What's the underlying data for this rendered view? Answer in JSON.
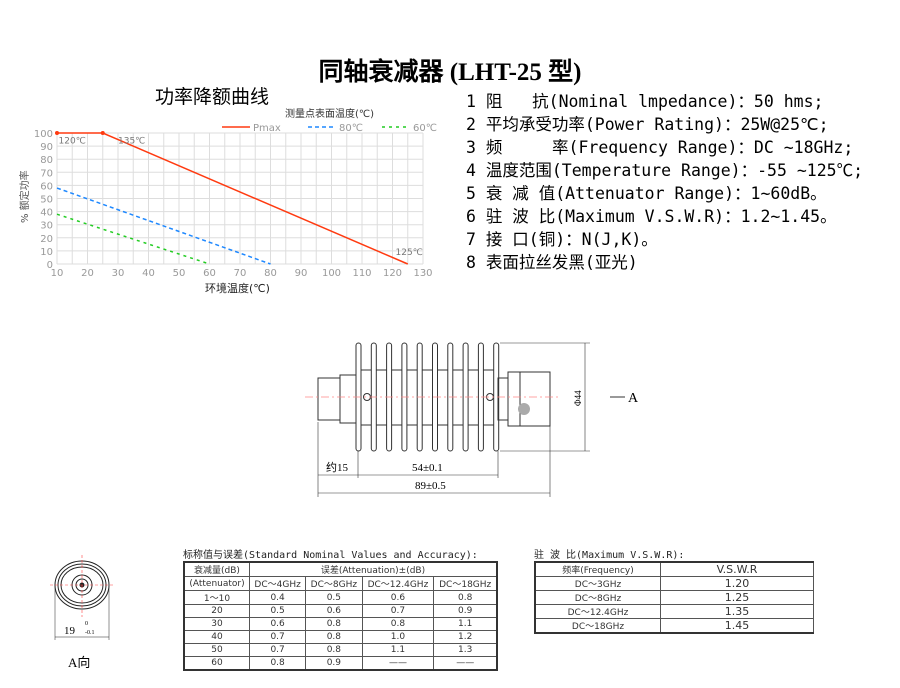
{
  "title": "同轴衰减器 (LHT-25 型)",
  "specs": [
    "1 阻   抗(Nominal lmpedance)：50 hms;",
    "2 平均承受功率(Power Rating)：25W@25℃;",
    "3 频     率(Frequency Range)：DC ~18GHz;",
    "4 温度范围(Temperature Range)：-55 ~125℃;",
    "5 衰 减 值(Attenuator Range)：1~60dB。",
    "6 驻 波 比(Maximum V.S.W.R)：1.2~1.45。",
    "7 接 口(铜)：N(J,K)。",
    "8 表面拉丝发黑(亚光)"
  ],
  "chart_data": {
    "type": "line",
    "title": "功率降额曲线",
    "legend_title": "测量点表面温度(℃)",
    "legend_placement": "top-right",
    "xlabel": "环境温度(℃)",
    "ylabel": "% 额定功率",
    "xlim": [
      10,
      130
    ],
    "ylim": [
      0,
      100
    ],
    "xticks": [
      10,
      20,
      30,
      40,
      50,
      60,
      70,
      80,
      90,
      100,
      110,
      120,
      130
    ],
    "yticks": [
      0,
      10,
      20,
      30,
      40,
      50,
      60,
      70,
      80,
      90,
      100
    ],
    "grid": true,
    "series": [
      {
        "name": "Pmax",
        "color": "#ff3a10",
        "dash": "",
        "points": [
          [
            10,
            100
          ],
          [
            25,
            100
          ],
          [
            125,
            0
          ]
        ]
      },
      {
        "name": "80℃",
        "color": "#1e88ff",
        "dash": "4,3",
        "points": [
          [
            10,
            58
          ],
          [
            80,
            0
          ]
        ]
      },
      {
        "name": "60℃",
        "color": "#22cc22",
        "dash": "3,4",
        "points": [
          [
            10,
            38
          ],
          [
            60,
            0
          ]
        ]
      }
    ],
    "annotations": [
      {
        "text": "120℃",
        "x": 10.5,
        "y": 95
      },
      {
        "text": "135℃",
        "x": 30,
        "y": 95
      },
      {
        "text": "125℃",
        "x": 121,
        "y": 10
      }
    ]
  },
  "drawing": {
    "dim_15": "约15",
    "dim_54": "54±0.1",
    "dim_89": "89±0.5",
    "dim_dia": "Φ44",
    "arrow_label": "A",
    "view_dim": "19",
    "view_tol_upper": "0",
    "view_tol_lower": "-0.1",
    "view_label": "A向"
  },
  "accuracy_table": {
    "caption": "标称值与误差(Standard Nominal Values and Accuracy):",
    "h1": "衰减量(dB)",
    "h1b": "(Attenuator)",
    "h2": "误差(Attenuation)±(dB)",
    "cols": [
      "DC～4GHz",
      "DC～8GHz",
      "DC～12.4GHz",
      "DC～18GHz"
    ],
    "rows": [
      [
        "1～10",
        "0.4",
        "0.5",
        "0.6",
        "0.8"
      ],
      [
        "20",
        "0.5",
        "0.6",
        "0.7",
        "0.9"
      ],
      [
        "30",
        "0.6",
        "0.8",
        "0.8",
        "1.1"
      ],
      [
        "40",
        "0.7",
        "0.8",
        "1.0",
        "1.2"
      ],
      [
        "50",
        "0.7",
        "0.8",
        "1.1",
        "1.3"
      ],
      [
        "60",
        "0.8",
        "0.9",
        "——",
        "——"
      ]
    ]
  },
  "vswr_table": {
    "caption": "驻 波 比(Maximum  V.S.W.R):",
    "headers": [
      "频率(Frequency)",
      "V.S.W.R"
    ],
    "rows": [
      [
        "DC～3GHz",
        "1.20"
      ],
      [
        "DC～8GHz",
        "1.25"
      ],
      [
        "DC～12.4GHz",
        "1.35"
      ],
      [
        "DC～18GHz",
        "1.45"
      ]
    ]
  }
}
